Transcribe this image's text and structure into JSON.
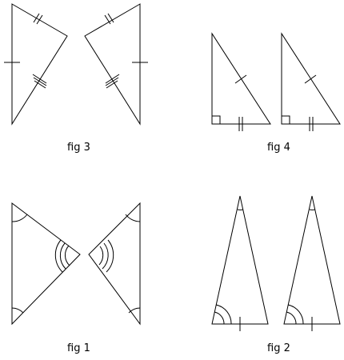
{
  "figures": {
    "fig3": {
      "caption": "fig 3"
    },
    "fig4": {
      "caption": "fig 4"
    },
    "fig1": {
      "caption": "fig 1"
    },
    "fig2": {
      "caption": "fig 2"
    }
  },
  "colors": {
    "stroke": "#000000",
    "background": "#ffffff"
  }
}
